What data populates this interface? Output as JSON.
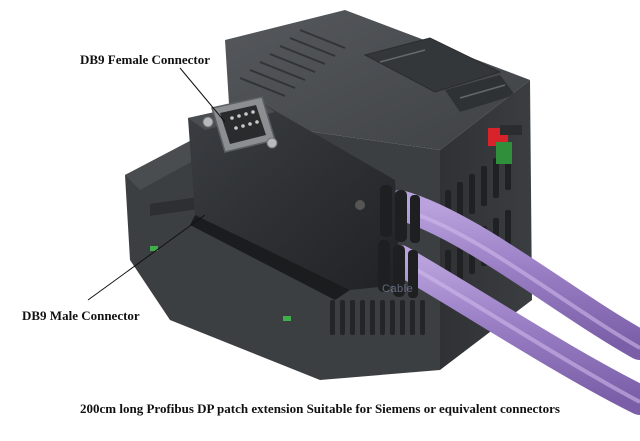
{
  "labels": {
    "female_connector": "DB9 Female Connector",
    "male_connector": "DB9 Male Connector"
  },
  "caption": "200cm long Profibus DP patch extension Suitable for Siemens or equivalent connectors",
  "watermark": "Cable",
  "colors": {
    "background": "#ffffff",
    "plc_body": "#3a3d40",
    "plc_top": "#4a4d50",
    "connector": "#2b2d30",
    "cable": "#9b7fc4",
    "terminal_red": "#d8232a",
    "terminal_green": "#2f8f3a",
    "leader_line": "#111111"
  }
}
